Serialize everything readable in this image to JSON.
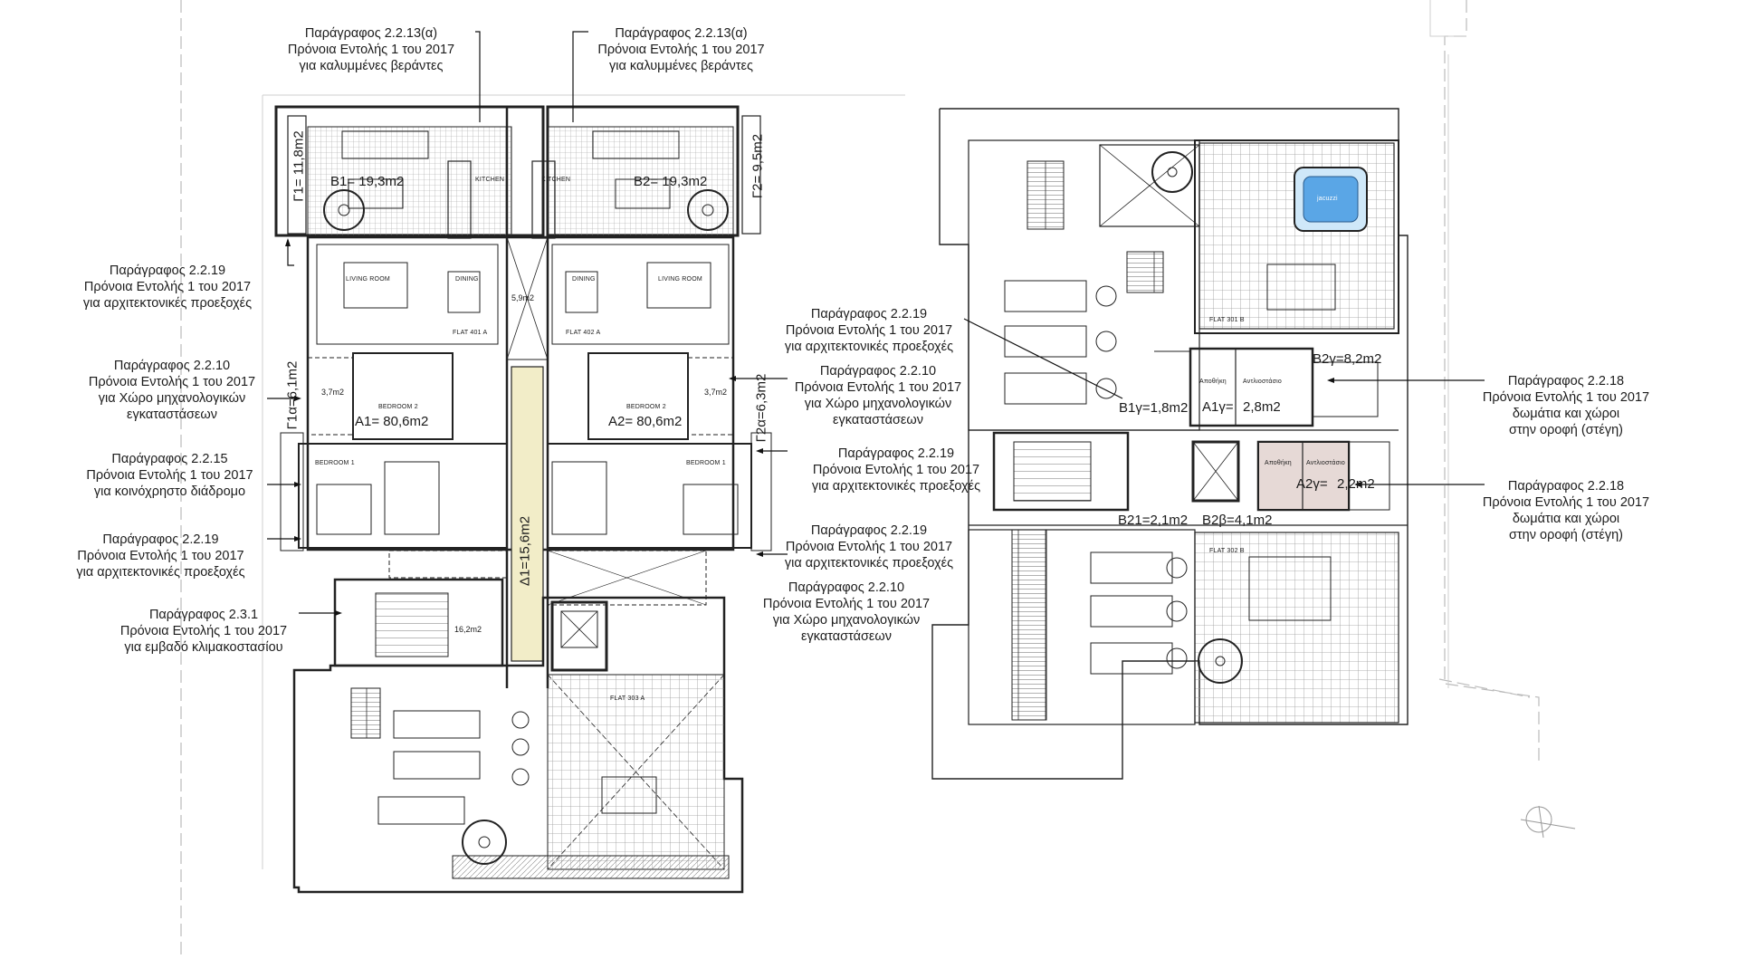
{
  "annotations": {
    "top_left": {
      "lines": [
        "Παράγραφος 2.2.13(α)",
        "Πρόνοια Εντολής 1 του 2017",
        "για καλυμμένες βεράντες"
      ]
    },
    "top_right": {
      "lines": [
        "Παράγραφος 2.2.13(α)",
        "Πρόνοια Εντολής 1 του 2017",
        "για καλυμμένες βεράντες"
      ]
    },
    "l_2219_a": {
      "lines": [
        "Παράγραφος 2.2.19",
        "Πρόνοια Εντολής 1 του 2017",
        "για αρχιτεκτονικές προεξοχές"
      ]
    },
    "l_2210": {
      "lines": [
        "Παράγραφος 2.2.10",
        "Πρόνοια Εντολής 1 του 2017",
        "για Χώρο μηχανολογικών",
        "εγκαταστάσεων"
      ]
    },
    "l_2215": {
      "lines": [
        "Παράγραφος 2.2.15",
        "Πρόνοια Εντολής 1 του 2017",
        "για κοινόχρηστο διάδρομο"
      ]
    },
    "l_2219_b": {
      "lines": [
        "Παράγραφος 2.2.19",
        "Πρόνοια Εντολής 1 του 2017",
        "για αρχιτεκτονικές προεξοχές"
      ]
    },
    "l_231": {
      "lines": [
        "Παράγραφος 2.3.1",
        "Πρόνοια Εντολής 1 του 2017",
        "για εμβαδό κλιμακοστασίου"
      ]
    },
    "m_2219_a": {
      "lines": [
        "Παράγραφος 2.2.19",
        "Πρόνοια Εντολής 1 του 2017",
        "για αρχιτεκτονικές προεξοχές"
      ]
    },
    "m_2210_a": {
      "lines": [
        "Παράγραφος 2.2.10",
        "Πρόνοια Εντολής 1 του 2017",
        "για Χώρο μηχανολογικών",
        "εγκαταστάσεων"
      ]
    },
    "m_2219_b": {
      "lines": [
        "Παράγραφος 2.2.19",
        "Πρόνοια Εντολής 1 του 2017",
        "για αρχιτεκτονικές προεξοχές"
      ]
    },
    "m_2219_c": {
      "lines": [
        "Παράγραφος 2.2.19",
        "Πρόνοια Εντολής 1 του 2017",
        "για αρχιτεκτονικές προεξοχές"
      ]
    },
    "m_2210_b": {
      "lines": [
        "Παράγραφος 2.2.10",
        "Πρόνοια Εντολής 1 του 2017",
        "για Χώρο μηχανολογικών",
        "εγκαταστάσεων"
      ]
    },
    "r_2218_a": {
      "lines": [
        "Παράγραφος 2.2.18",
        "Πρόνοια Εντολής 1 του 2017",
        "δωμάτια και χώροι",
        "στην οροφή (στέγη)"
      ]
    },
    "r_2218_b": {
      "lines": [
        "Παράγραφος 2.2.18",
        "Πρόνοια Εντολής 1 του 2017",
        "δωμάτια και χώροι",
        "στην οροφή (στέγη)"
      ]
    }
  },
  "areas": {
    "b1": "B1= 19,3m2",
    "b2": "B2= 19,3m2",
    "g1": "Γ1= 11,8m2",
    "g2": "Γ2= 9,5m2",
    "a1": "A1= 80,6m2",
    "a2": "A2= 80,6m2",
    "g1a": "Γ1α=6,1m2",
    "g2a": "Γ2α=6,3m2",
    "d1": "Δ1=15,6m2",
    "b2g": "B2γ=8,2m2",
    "b1g": "B1γ=1,8m2",
    "a1g": "A1γ=",
    "a1g_val": "2,8m2",
    "a2g": "A2γ=",
    "a2g_val": "2,2m2",
    "b21": "B21=2,1m2",
    "b2b": "B2β=4,1m2"
  },
  "rooms": {
    "kitchen": "KITCHEN",
    "living": "LIVING ROOM",
    "dining": "DINING",
    "bedroom2": "BEDROOM 2",
    "bedroom1": "BEDROOM 1",
    "flat401": "FLAT 401 A",
    "flat402": "FLAT 402 A",
    "flat301": "FLAT 301 B",
    "flat302": "FLAT 302 B",
    "flat303": "FLAT 303 A",
    "mech_area": "3,7m2",
    "shaft_area": "5,9m2",
    "stair_area": "16,2m2",
    "jacuzzi": "jacuzzi",
    "storage": "Αποθήκη",
    "pump": "Αντλιοστάσιο"
  }
}
